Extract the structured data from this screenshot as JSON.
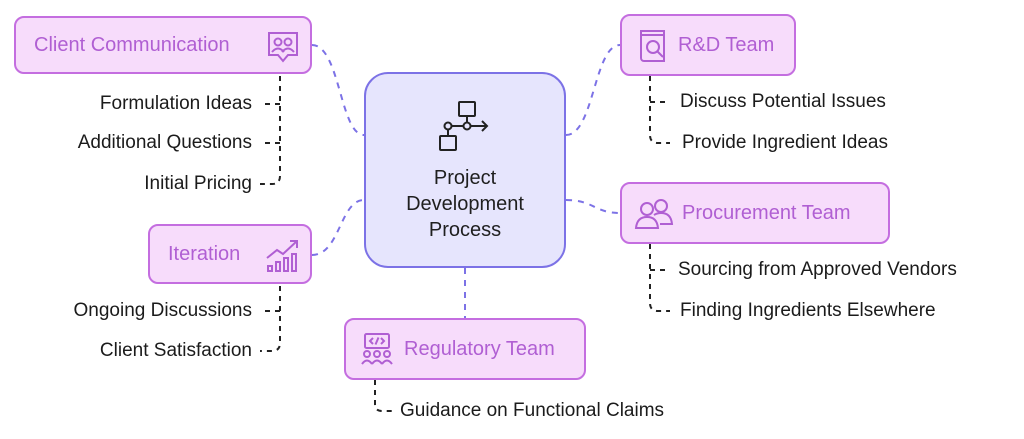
{
  "center": {
    "label_lines": [
      "Project",
      "Development",
      "Process"
    ],
    "icon": "flowchart-icon"
  },
  "nodes": {
    "client": {
      "label": "Client Communication",
      "icon": "user-group-chat-icon",
      "items": [
        "Formulation Ideas",
        "Additional Questions",
        "Initial Pricing"
      ]
    },
    "iteration": {
      "label": "Iteration",
      "icon": "growth-chart-icon",
      "items": [
        "Ongoing Discussions",
        "Client Satisfaction"
      ]
    },
    "rnd": {
      "label": "R&D Team",
      "icon": "book-search-icon",
      "items": [
        "Discuss Potential Issues",
        "Provide Ingredient Ideas"
      ]
    },
    "procurement": {
      "label": "Procurement Team",
      "icon": "team-icon",
      "items": [
        "Sourcing from Approved Vendors",
        "Finding Ingredients Elsewhere"
      ]
    },
    "regulatory": {
      "label": "Regulatory Team",
      "icon": "code-team-icon",
      "items": [
        "Guidance on Functional Claims"
      ]
    }
  },
  "colors": {
    "node_fill": "#f7dcfb",
    "node_border": "#c46ee0",
    "node_text": "#b05fd3",
    "center_fill": "#e6e5fd",
    "center_border": "#7c72e6",
    "connector": "#7c72e6",
    "leaf_line": "#222222"
  }
}
